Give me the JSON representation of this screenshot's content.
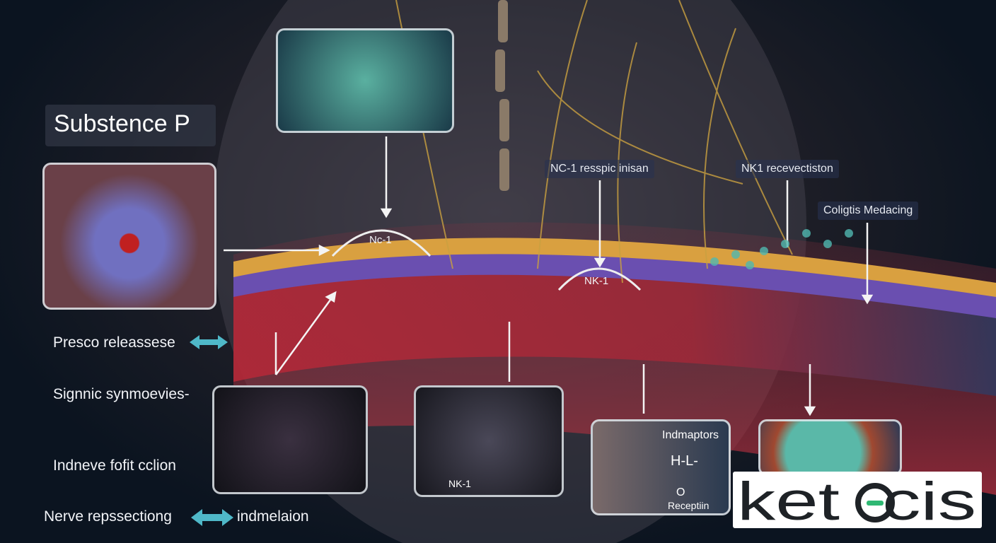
{
  "title": "Substence P",
  "left_labels": {
    "presco": "Presco releassese",
    "signnic": "Signnic synmoevies-",
    "indneve": "Indneve fofit cclion",
    "nerve": "Nerve repssectiong",
    "inflammation": "indmelaion"
  },
  "receptor_arcs": {
    "arc1": "Nc-1",
    "arc2": "NK-1"
  },
  "tags": {
    "nc1": "NC-1 resspic inisan",
    "nk1": "NK1 recevectiston",
    "coligtis": "Coligtis Medacing"
  },
  "boxes": {
    "nk1_box": "NK-1",
    "indmaptors": "Indmaptors",
    "hl": "H-L-",
    "o": "O",
    "receptiin": "Receptiin"
  },
  "logo": "ketOcis",
  "colors": {
    "accent_teal": "#4fb8c8",
    "logo_green": "#2fb873",
    "membrane_orange": "#d9a040",
    "membrane_purple": "#6a4fb0"
  }
}
